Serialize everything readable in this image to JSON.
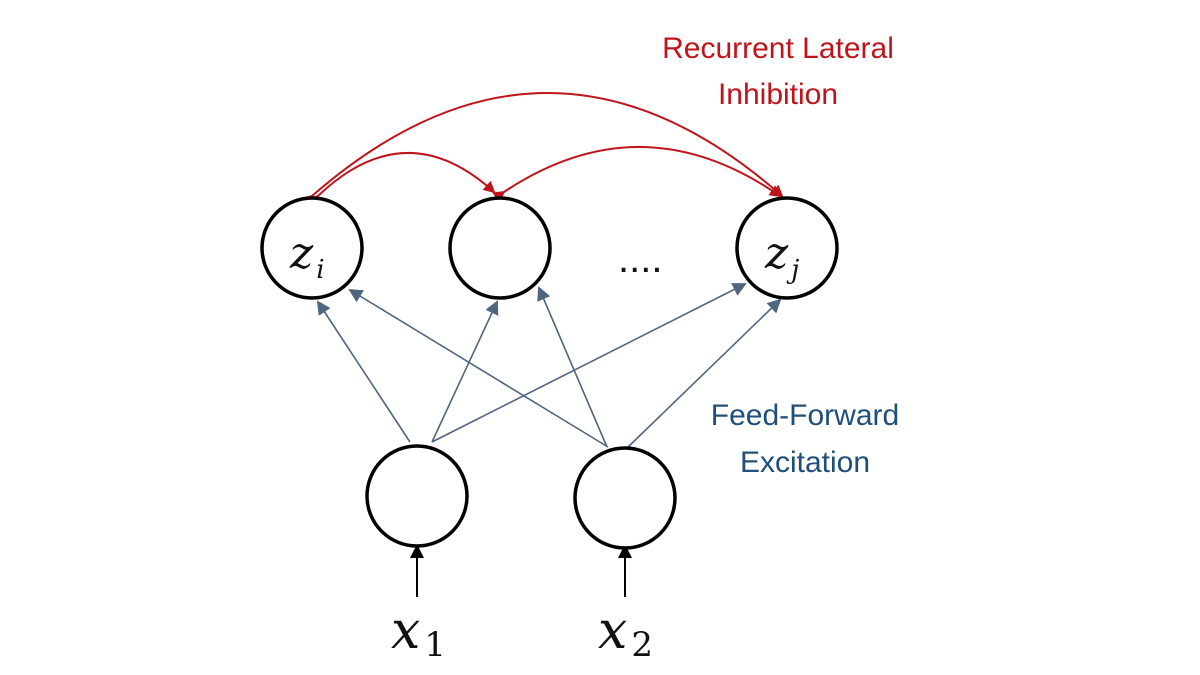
{
  "labels": {
    "inhibition_line1": "Recurrent Lateral",
    "inhibition_line2": "Inhibition",
    "excitation_line1": "Feed-Forward",
    "excitation_line2": "Excitation",
    "ellipsis": "...."
  },
  "nodes": {
    "output_left": {
      "var": "z",
      "sub": "i"
    },
    "output_middle": {
      "var": "",
      "sub": ""
    },
    "output_right": {
      "var": "z",
      "sub": "j"
    },
    "input_left": {
      "var": "x",
      "sub": "1"
    },
    "input_right": {
      "var": "x",
      "sub": "2"
    }
  },
  "colors": {
    "inhibition": "#c0141c",
    "excitation": "#1f4e79",
    "feedforward_edge": "#4f6680",
    "node_stroke": "#000000"
  }
}
